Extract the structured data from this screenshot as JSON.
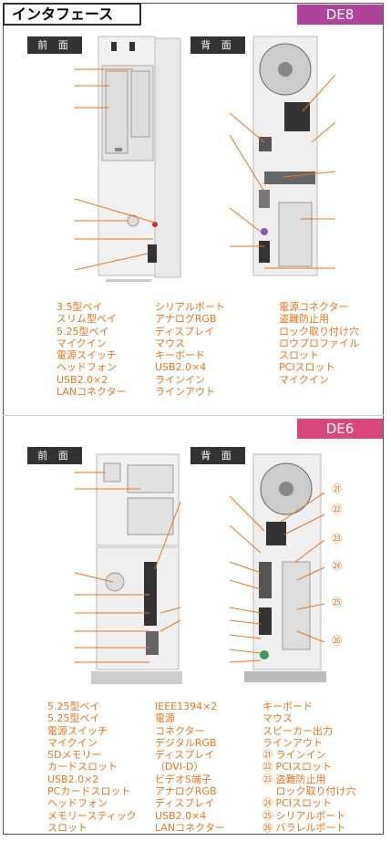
{
  "header": {
    "title": "インタフェース"
  },
  "de8": {
    "model": "DE8",
    "front_label": "前 面",
    "back_label": "背 面",
    "col1": [
      "3.5型ベイ",
      "スリム型ベイ",
      "5.25型ベイ",
      "マイクイン",
      "電源スイッチ",
      "ヘッドフォン",
      "USB2.0×2",
      "LANコネクター"
    ],
    "col2": [
      "シリアルポート",
      "アナログRGB",
      "ディスプレイ",
      "マウス",
      "キーボード",
      "USB2.0×4",
      "ラインイン",
      "ラインアウト"
    ],
    "col3": [
      "電源コネクター",
      "盗難防止用",
      "ロック取り付け穴",
      "ロウプロファイル",
      "スロット",
      "PCIスロット",
      "マイクイン"
    ]
  },
  "de6": {
    "model": "DE6",
    "front_label": "前 面",
    "back_label": "背 面",
    "callouts": [
      "㉑",
      "㉒",
      "㉓",
      "㉔",
      "㉕",
      "㉖"
    ],
    "col1": [
      "5.25型ベイ",
      "5.25型ベイ",
      "電源スイッチ",
      "マイクイン",
      "SDメモリー",
      "カードスロット",
      "USB2.0×2",
      "PCカードスロット",
      "ヘッドフォン",
      "メモリースティック",
      "スロット"
    ],
    "col2": [
      "IEEE1394×2",
      "電源",
      "コネクター",
      "デジタルRGB",
      "ディスプレイ",
      "（DVI-D）",
      "ビデオS端子",
      "アナログRGB",
      "ディスプレイ",
      "USB2.0×4",
      "LANコネクター"
    ],
    "col3": [
      "キーボード",
      "マウス",
      "スピーカー出力",
      "ラインアウト",
      "㉑ ラインイン",
      "㉒ PCIスロット",
      "㉓ 盗難防止用",
      "　 ロック取り付け穴",
      "㉔ PCIスロット",
      "㉕ シリアルポート",
      "㉖ パラレルポート"
    ]
  },
  "colors": {
    "accent_de8": "#b0449a",
    "accent_de6": "#d9477a",
    "leader": "#e8761e"
  }
}
